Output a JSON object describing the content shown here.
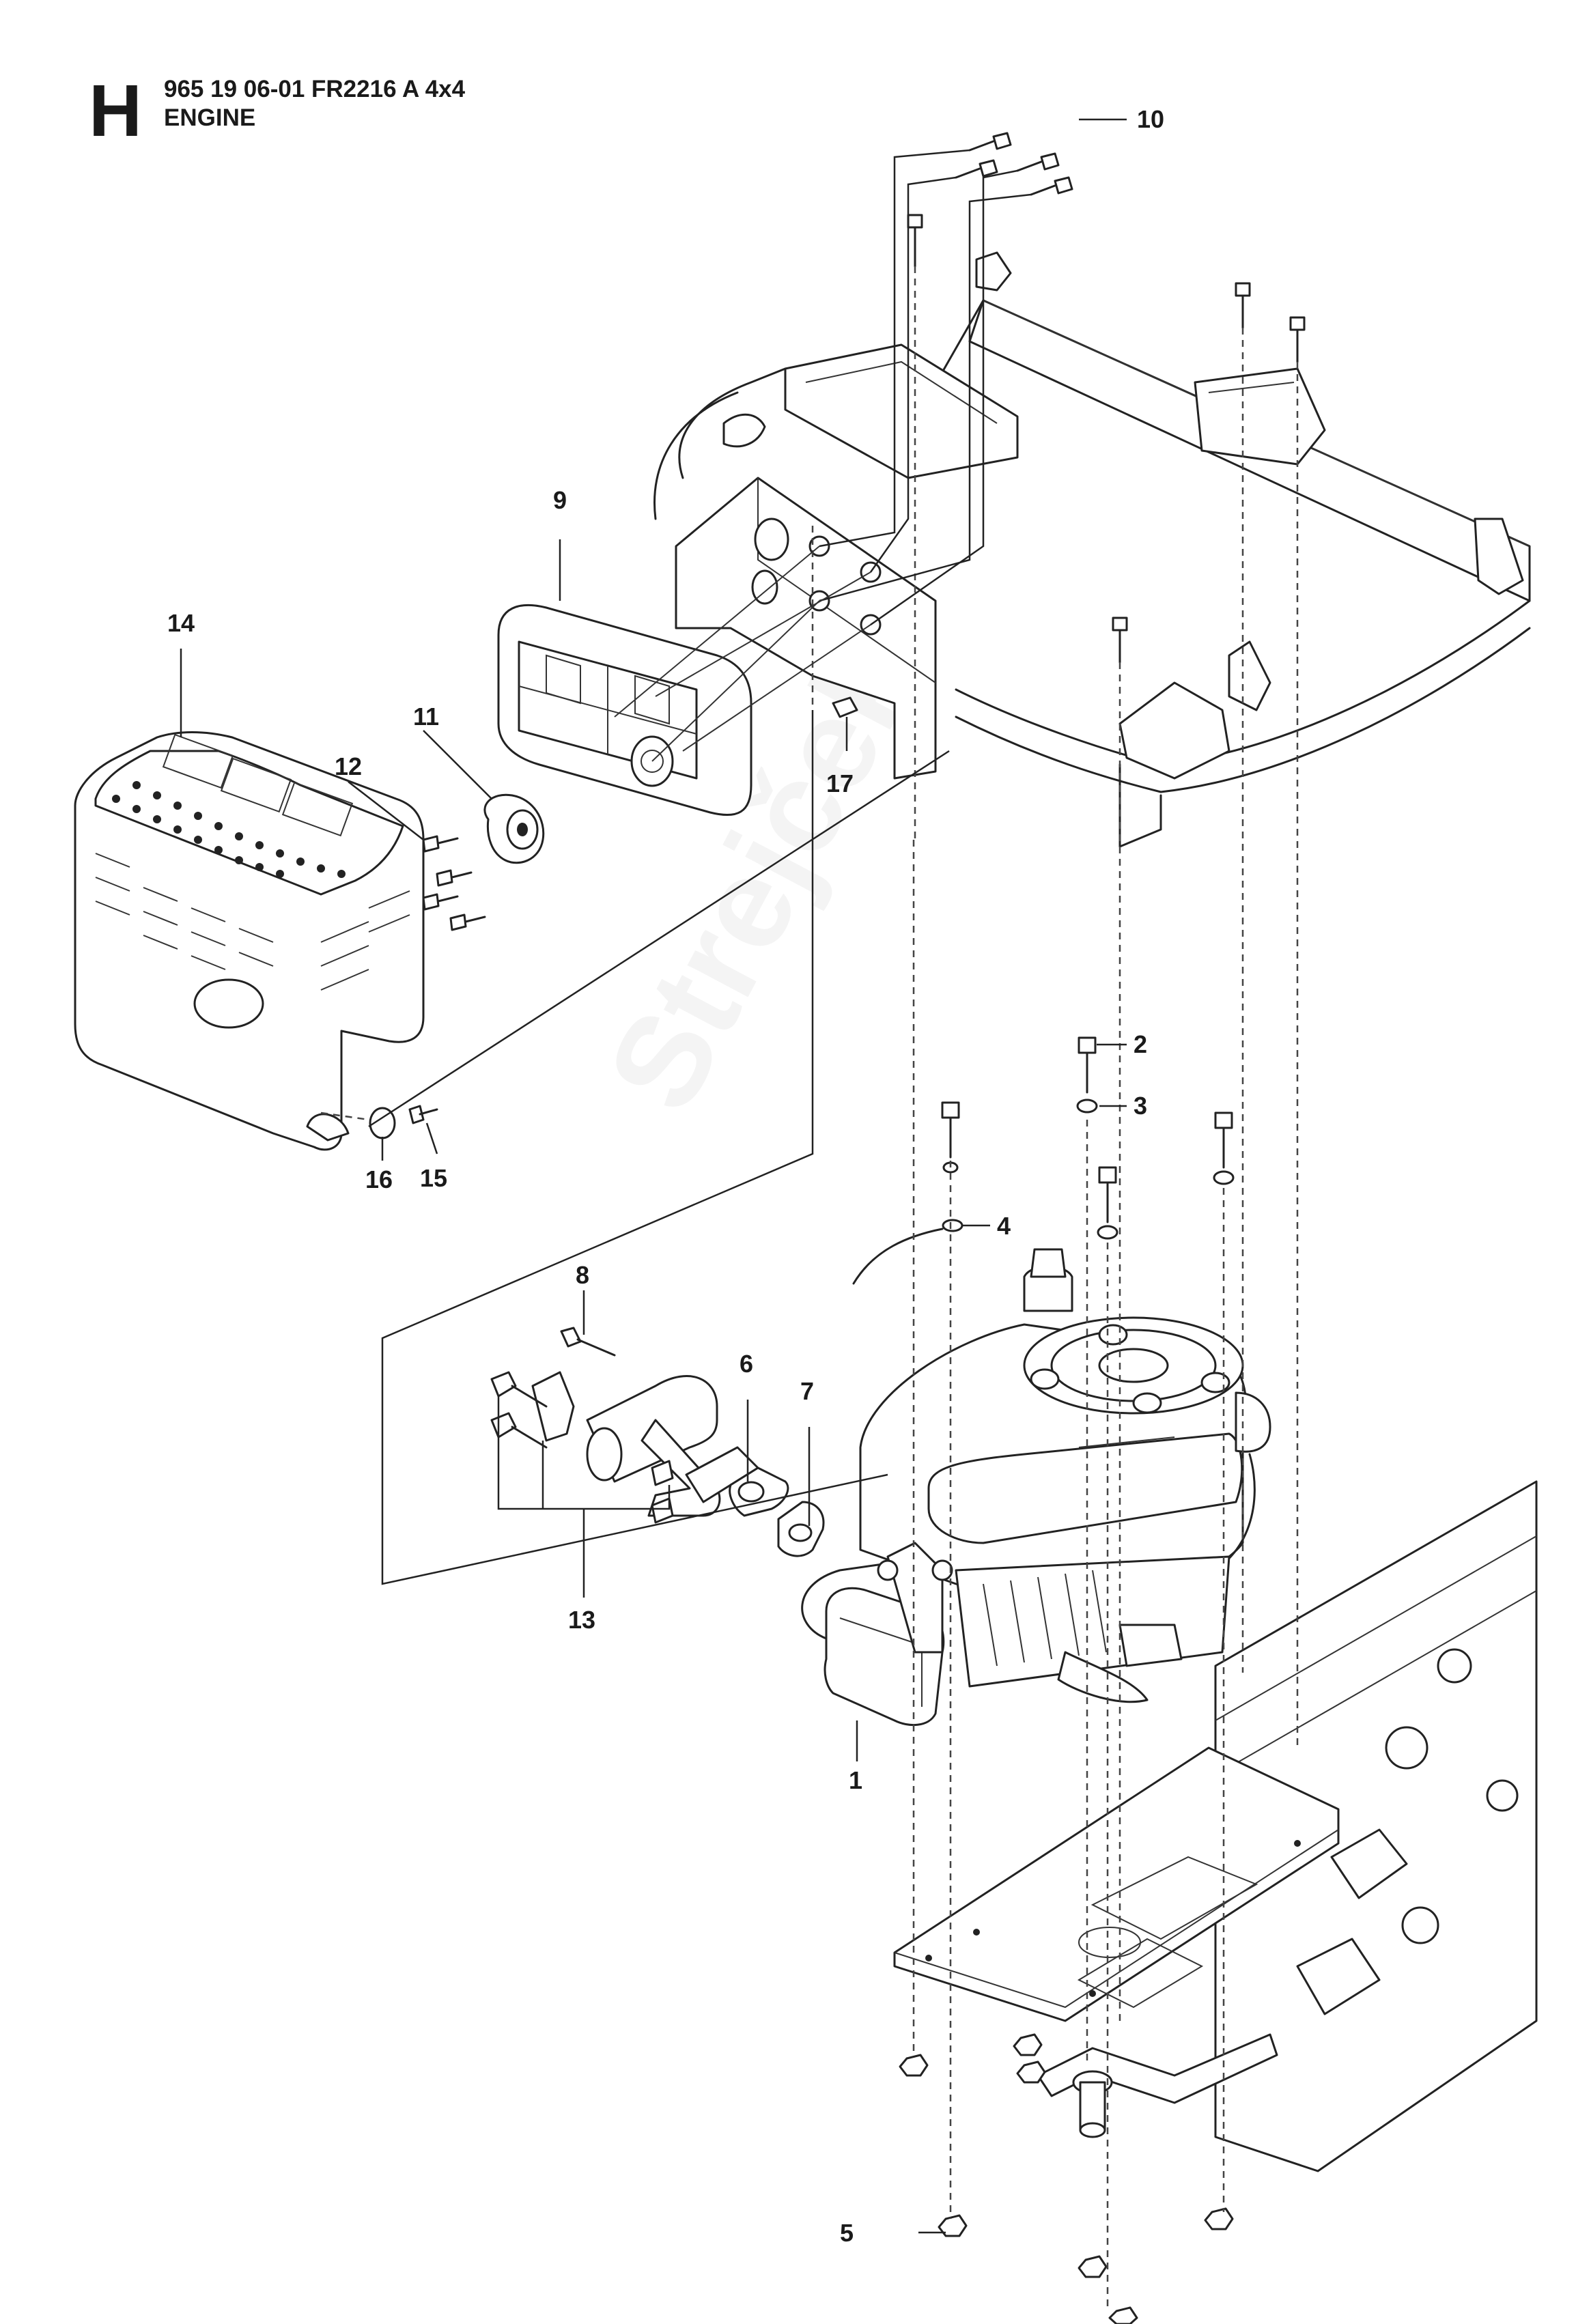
{
  "header": {
    "section_letter": "H",
    "part_number": "965 19 06-01 FR2216 A 4x4",
    "subtitle": "ENGINE"
  },
  "watermark": {
    "text": "Strejček"
  },
  "callouts": [
    {
      "id": "1",
      "label": "1"
    },
    {
      "id": "2",
      "label": "2"
    },
    {
      "id": "3",
      "label": "3"
    },
    {
      "id": "4",
      "label": "4"
    },
    {
      "id": "5",
      "label": "5"
    },
    {
      "id": "6",
      "label": "6"
    },
    {
      "id": "7",
      "label": "7"
    },
    {
      "id": "8",
      "label": "8"
    },
    {
      "id": "9",
      "label": "9"
    },
    {
      "id": "10",
      "label": "10"
    },
    {
      "id": "11",
      "label": "11"
    },
    {
      "id": "12",
      "label": "12"
    },
    {
      "id": "13",
      "label": "13"
    },
    {
      "id": "14",
      "label": "14"
    },
    {
      "id": "15",
      "label": "15"
    },
    {
      "id": "16",
      "label": "16"
    },
    {
      "id": "17",
      "label": "17"
    }
  ]
}
